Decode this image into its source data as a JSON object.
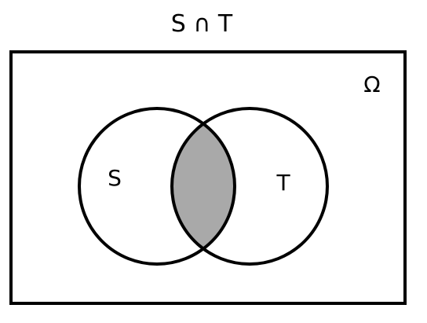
{
  "title": "S ∩ T",
  "universe_label": "Ω",
  "sets": [
    {
      "name": "S"
    },
    {
      "name": "T"
    }
  ],
  "shaded_region": "intersection",
  "colors": {
    "stroke": "#000000",
    "shade": "#a9a9a9",
    "background": "#ffffff"
  }
}
